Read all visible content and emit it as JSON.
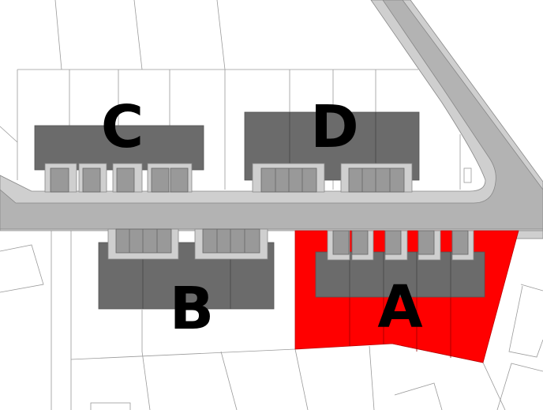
{
  "map": {
    "blocks": [
      {
        "label": "A",
        "highlighted": true
      },
      {
        "label": "B",
        "highlighted": false
      },
      {
        "label": "C",
        "highlighted": false
      },
      {
        "label": "D",
        "highlighted": false
      }
    ],
    "colors": {
      "highlight": "#ff0000",
      "building": "#6b6b6b",
      "road": "#b3b3b3",
      "sidewalk": "#cfcfcf",
      "garage": "#999999"
    }
  }
}
